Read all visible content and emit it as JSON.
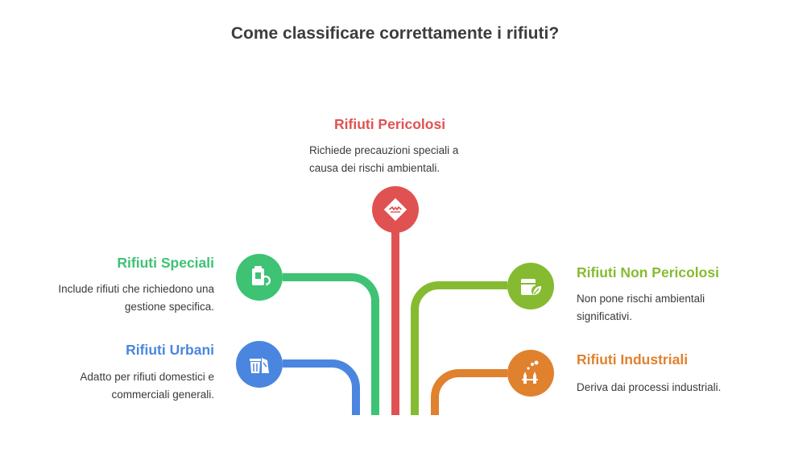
{
  "title": "Come classificare correttamente i rifiuti?",
  "colors": {
    "pericolosi": "#e05252",
    "speciali": "#3ec274",
    "urbani": "#4a86e0",
    "non_pericolosi": "#86bb31",
    "industriali": "#e0812e"
  },
  "items": {
    "pericolosi": {
      "heading": "Rifiuti Pericolosi",
      "desc_line1": "Richiede precauzioni speciali a",
      "desc_line2": "causa dei rischi ambientali.",
      "icon": "hazard-diamond-icon"
    },
    "speciali": {
      "heading": "Rifiuti Speciali",
      "desc_line1": "Include rifiuti che richiedono una",
      "desc_line2": "gestione specifica.",
      "icon": "recycle-bin-icon"
    },
    "urbani": {
      "heading": "Rifiuti Urbani",
      "desc_line1": "Adatto per rifiuti domestici e",
      "desc_line2": "commerciali generali.",
      "icon": "trash-bins-icon"
    },
    "non_pericolosi": {
      "heading": "Rifiuti Non Pericolosi",
      "desc_line1": "Non pone rischi ambientali",
      "desc_line2": "significativi.",
      "icon": "eco-box-leaf-icon"
    },
    "industriali": {
      "heading": "Rifiuti Industriali",
      "desc_line1": "Deriva dai processi industriali.",
      "desc_line2": "",
      "icon": "factory-chimneys-icon"
    }
  }
}
